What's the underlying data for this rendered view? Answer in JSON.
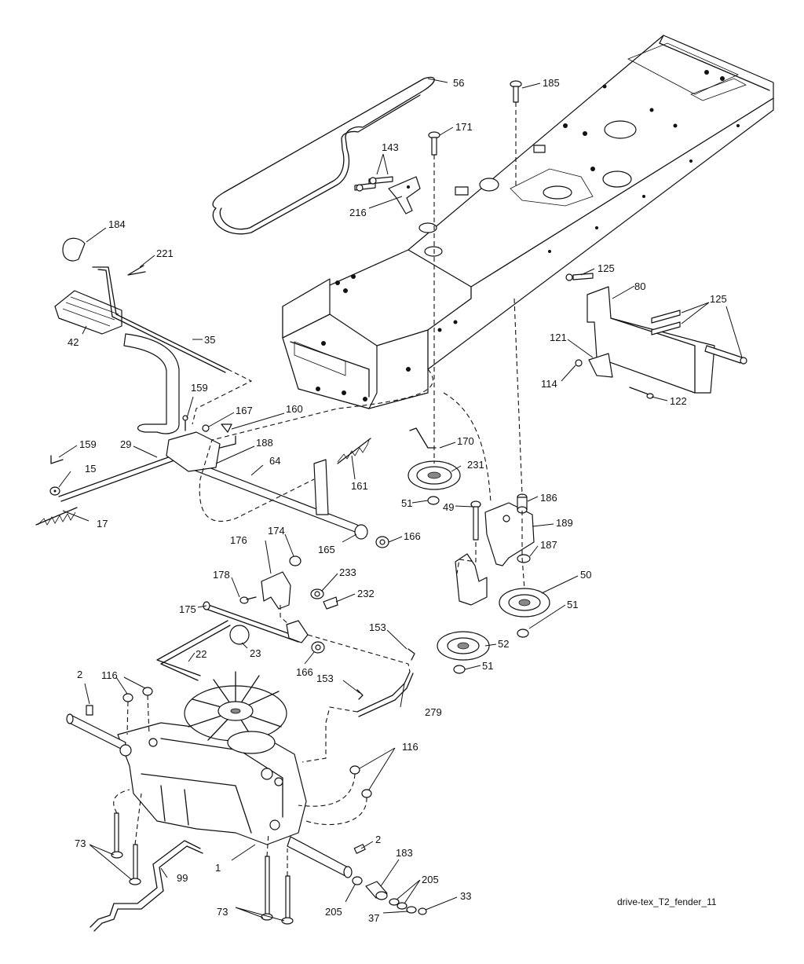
{
  "caption": "drive-tex_T2_fender_11",
  "labels": {
    "l56": "56",
    "l185": "185",
    "l171": "171",
    "l143": "143",
    "l216": "216",
    "l184": "184",
    "l221": "221",
    "l42": "42",
    "l35": "35",
    "l125a": "125",
    "l80": "80",
    "l125b": "125",
    "l121": "121",
    "l114": "114",
    "l122": "122",
    "l159a": "159",
    "l167": "167",
    "l160": "160",
    "l188": "188",
    "l64": "64",
    "l159b": "159",
    "l29": "29",
    "l15": "15",
    "l17": "17",
    "l161": "161",
    "l170": "170",
    "l231": "231",
    "l51a": "51",
    "l49": "49",
    "l186": "186",
    "l189": "189",
    "l165": "165",
    "l166a": "166",
    "l176": "176",
    "l174": "174",
    "l178": "178",
    "l233": "233",
    "l232": "232",
    "l175": "175",
    "l187": "187",
    "l50": "50",
    "l51b": "51",
    "l23": "23",
    "l22": "22",
    "l166b": "166",
    "l153a": "153",
    "l52": "52",
    "l51c": "51",
    "l2a": "2",
    "l116a": "116",
    "l153b": "153",
    "l279": "279",
    "l116b": "116",
    "l73a": "73",
    "l99": "99",
    "l1": "1",
    "l2b": "2",
    "l183": "183",
    "l205a": "205",
    "l205b": "205",
    "l33": "33",
    "l37": "37",
    "l73b": "73"
  }
}
